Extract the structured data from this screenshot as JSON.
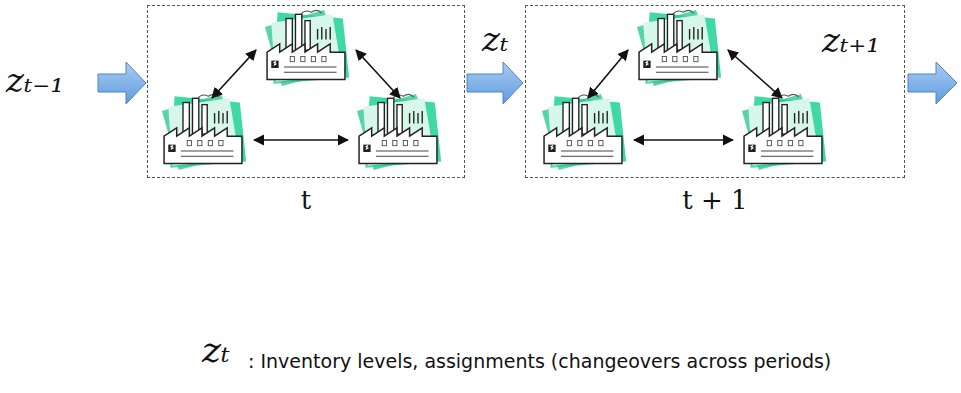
{
  "diagram": {
    "nodes": [
      {
        "text": [
          "t"
        ]
      },
      {
        "text": [
          "t + 1"
        ]
      }
    ],
    "edges": [
      {
        "from": 0,
        "to": 1,
        "arrow": "to",
        "label": "zₜ"
      }
    ],
    "labels": [
      "zₜ₋₁",
      "zₜ₊₁",
      "zₜ",
      ": Inventory levels, assignments (changeovers across periods)"
    ]
  }
}
